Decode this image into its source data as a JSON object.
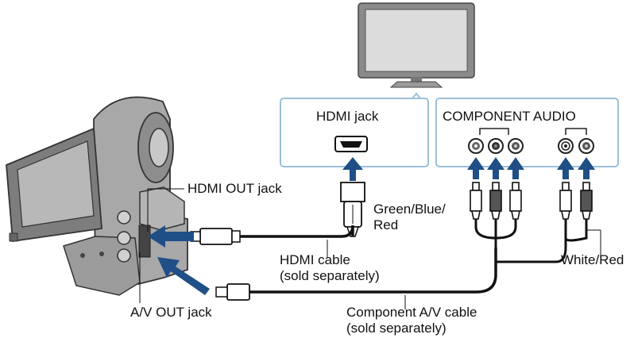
{
  "tv_panel": {
    "hdmi_jack_label": "HDMI jack",
    "component_audio_label": "COMPONENT AUDIO"
  },
  "camera_labels": {
    "hdmi_out_jack": "HDMI OUT jack",
    "av_out_jack": "A/V OUT jack"
  },
  "cables": {
    "hdmi_cable_line1": "HDMI cable",
    "hdmi_cable_line2": "(sold separately)",
    "component_cable_line1": "Component A/V cable",
    "component_cable_line2": "(sold separately)"
  },
  "plug_labels": {
    "video_line1": "Green/Blue/",
    "video_line2": "Red",
    "audio": "White/Red"
  },
  "colors": {
    "arrow_blue": "#1f4f86",
    "panel_border": "#9bbfd8",
    "camera_body": "#9a9a9a",
    "camera_dark": "#555555",
    "cable_black": "#111111"
  }
}
